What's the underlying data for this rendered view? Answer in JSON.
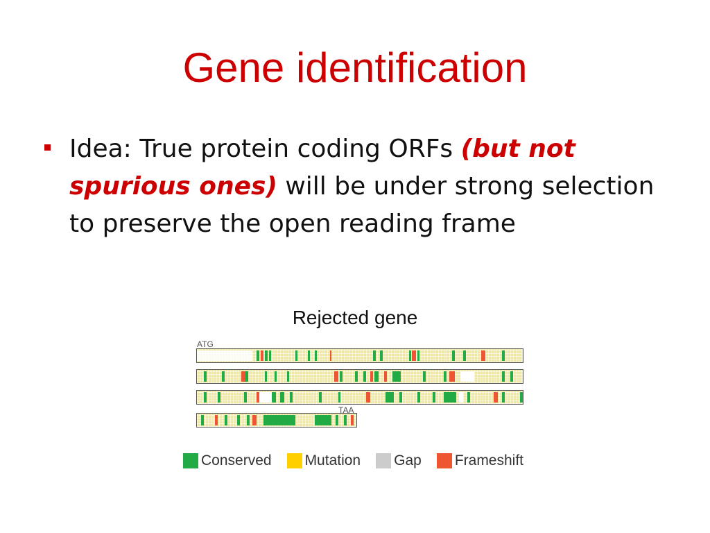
{
  "slide": {
    "title": "Gene identification",
    "bullet": {
      "part1": "Idea: True protein coding ORFs ",
      "emphasis_line1": "(but not",
      "emphasis_line2": "spurious ones)",
      "part2": " will be under strong selection to preserve the open reading frame"
    }
  },
  "figure": {
    "title": "Rejected gene",
    "start_label": "ATG",
    "stop_label": "TAA",
    "legend": [
      {
        "label": "Conserved",
        "color": "#22aa44"
      },
      {
        "label": "Mutation",
        "color": "#ffd000"
      },
      {
        "label": "Gap",
        "color": "#cccccc"
      },
      {
        "label": "Frameshift",
        "color": "#ee5533"
      }
    ]
  },
  "colors": {
    "title": "#cc0000",
    "emphasis": "#cc0000",
    "bullet_marker": "#cc0000",
    "strip_base": "#f2e89a"
  }
}
